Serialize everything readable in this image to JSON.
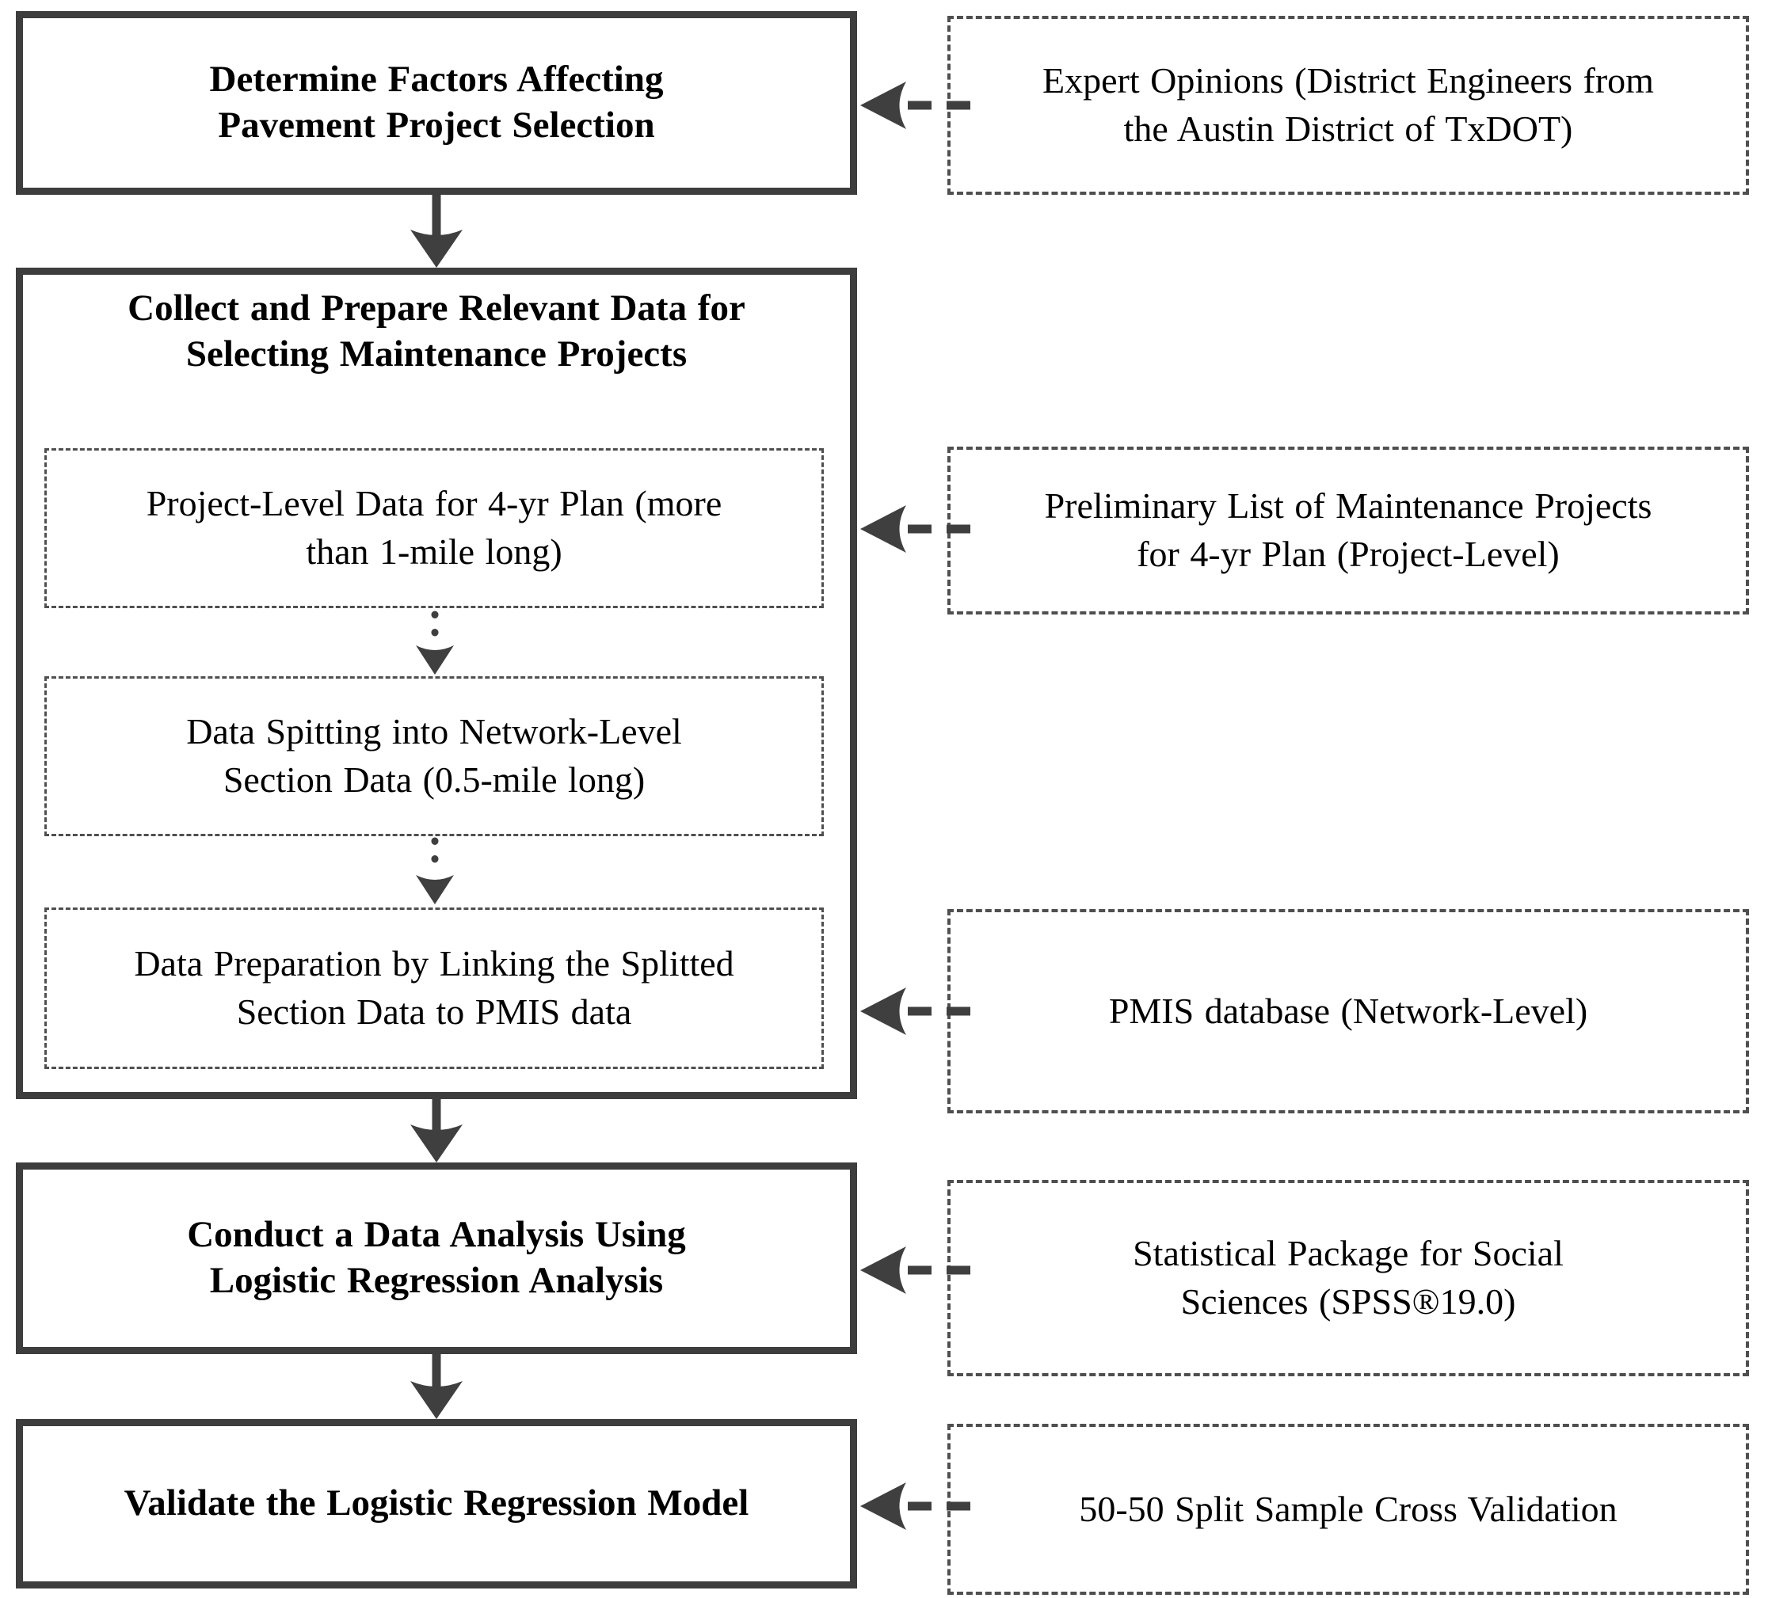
{
  "palette": {
    "background": "#ffffff",
    "box_border": "#3d3d3d",
    "dashed_border": "#4f4f4f",
    "arrow": "#3f3f3f",
    "text": "#000000"
  },
  "flowchart": {
    "steps": [
      {
        "id": "step1",
        "label": "Determine Factors Affecting Pavement Project Selection"
      },
      {
        "id": "step2",
        "label": "Collect and Prepare Relevant Data for Selecting Maintenance Projects",
        "substeps": [
          {
            "label": "Project-Level Data for 4-yr Plan (more than 1-mile long)"
          },
          {
            "label": "Data Spitting into Network-Level Section Data (0.5-mile long)"
          },
          {
            "label": "Data Preparation by Linking the Splitted Section Data to PMIS data"
          }
        ]
      },
      {
        "id": "step3",
        "label": "Conduct a Data Analysis Using Logistic Regression Analysis"
      },
      {
        "id": "step4",
        "label": "Validate the Logistic Regression Model"
      }
    ],
    "inputs": [
      {
        "id": "input1",
        "label": "Expert Opinions (District Engineers from the Austin District of TxDOT)",
        "target": "step1"
      },
      {
        "id": "input2",
        "label": "Preliminary List of Maintenance Projects for 4-yr Plan (Project-Level)",
        "target": "step2"
      },
      {
        "id": "input3",
        "label": "PMIS database (Network-Level)",
        "target": "step2"
      },
      {
        "id": "input4",
        "label": "Statistical Package for Social Sciences (SPSS®19.0)",
        "target": "step3"
      },
      {
        "id": "input5",
        "label": "50-50 Split Sample Cross Validation",
        "target": "step4"
      }
    ]
  }
}
